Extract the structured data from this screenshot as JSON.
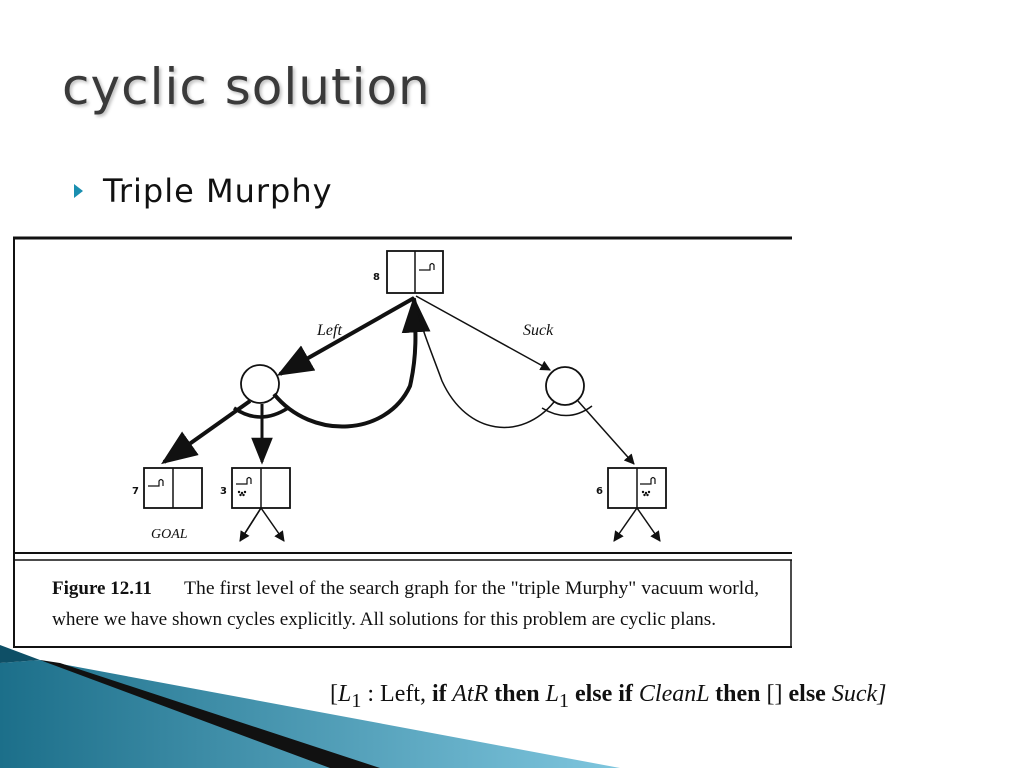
{
  "slide": {
    "title": "cyclic solution",
    "bullet": "Triple Murphy"
  },
  "figure": {
    "nodes": {
      "top_id": "8",
      "left_id": "7",
      "mid_id": "3",
      "right_id": "6",
      "goal_label": "GOAL"
    },
    "edges": {
      "left_action": "Left",
      "right_action": "Suck"
    },
    "caption": {
      "label": "Figure 12.11",
      "line1": "The first level of the search graph for the \"triple Murphy\" vacuum world,",
      "line2": "where we have shown cycles explicitly. All solutions for this problem are cyclic plans."
    }
  },
  "formula": {
    "open": "[",
    "l1": "L",
    "l1_sub": "1",
    "colon": " :  Left, ",
    "if1": "if",
    "atr": " AtR ",
    "then1": "then",
    "l1b": " L",
    "l1b_sub": "1",
    "else1": " else if",
    "cleanl": " CleanL ",
    "then2": "then",
    "empty": " [] ",
    "else2": "else",
    "suck": " Suck]"
  },
  "colors": {
    "bullet": "#1a8fb0",
    "title": "#3a3a3a",
    "decor_dark": "#1c6f8a",
    "decor_light": "#5fb6d4"
  },
  "icons": [
    "bullet-arrow-icon",
    "vacuum-icon",
    "dirt-icon"
  ]
}
